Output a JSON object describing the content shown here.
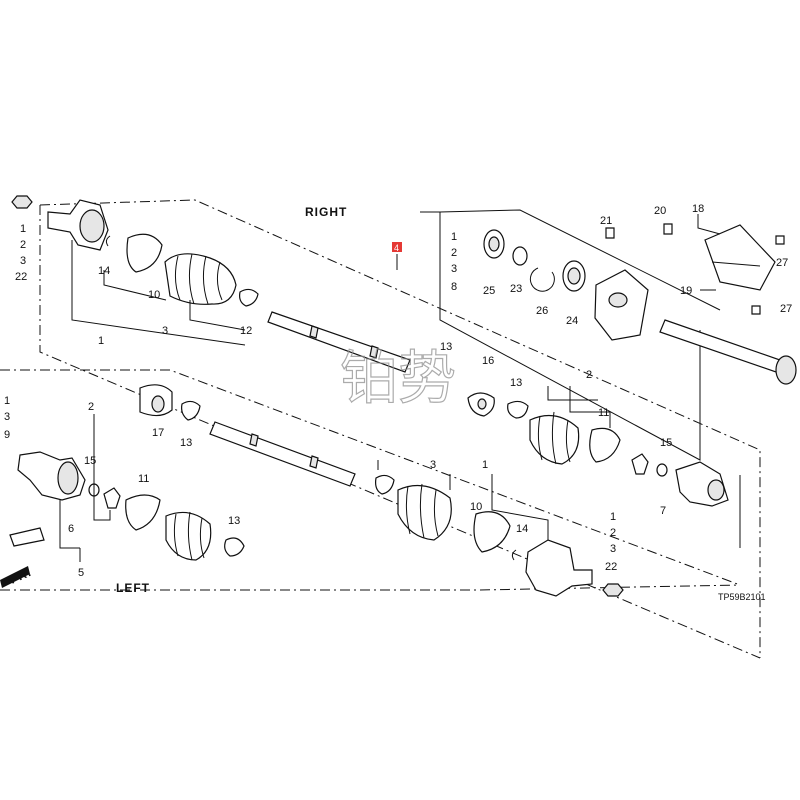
{
  "headers": {
    "right": "RIGHT",
    "left": "LEFT",
    "fr": "FR.",
    "ref_code": "TP59B2101",
    "highlight_callout": "4"
  },
  "watermark": "铂势",
  "right_assembly": {
    "nut_labels": [
      "1",
      "2",
      "3",
      "22"
    ],
    "callouts": {
      "c14": "14",
      "c10": "10",
      "c3": "3",
      "c1": "1",
      "c12": "12",
      "c13": "13",
      "c16": "16"
    }
  },
  "right_bearing_inset": {
    "left_labels": [
      "1",
      "2",
      "3",
      "8"
    ],
    "callouts": {
      "c25": "25",
      "c23": "23",
      "c26": "26",
      "c24": "24",
      "c21": "21",
      "c20": "20",
      "c18": "18",
      "c19": "19",
      "c27a": "27",
      "c27b": "27"
    }
  },
  "left_assembly": {
    "left_labels": [
      "1",
      "3",
      "9"
    ],
    "callouts": {
      "c2": "2",
      "c15": "15",
      "c11": "11",
      "c6": "6",
      "c5": "5",
      "c17": "17",
      "c13a": "13",
      "c13b": "13"
    }
  },
  "right_lower": {
    "callouts": {
      "c13": "13",
      "c2": "2",
      "c11": "11",
      "c15": "15",
      "c7": "7",
      "c3": "3",
      "c1": "1",
      "c10": "10",
      "c14": "14"
    },
    "bottom_labels": [
      "1",
      "2",
      "3",
      "22"
    ]
  }
}
